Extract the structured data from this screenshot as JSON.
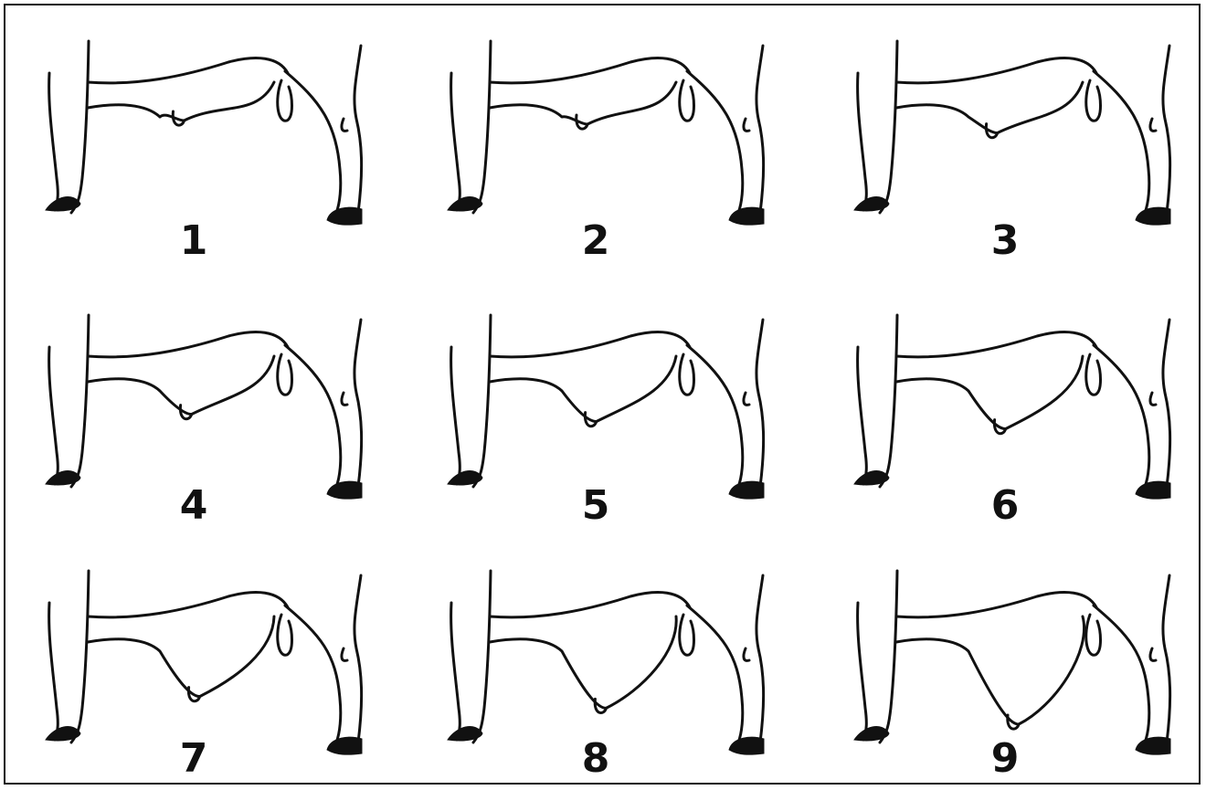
{
  "panels": [
    {
      "label": "1",
      "depth": 0.05
    },
    {
      "label": "2",
      "depth": 0.1
    },
    {
      "label": "3",
      "depth": 0.22
    },
    {
      "label": "4",
      "depth": 0.32
    },
    {
      "label": "5",
      "depth": 0.42
    },
    {
      "label": "6",
      "depth": 0.52
    },
    {
      "label": "7",
      "depth": 0.62
    },
    {
      "label": "8",
      "depth": 0.78
    },
    {
      "label": "9",
      "depth": 1.0
    }
  ],
  "colors": {
    "ink": "#111111",
    "background": "#ffffff"
  }
}
